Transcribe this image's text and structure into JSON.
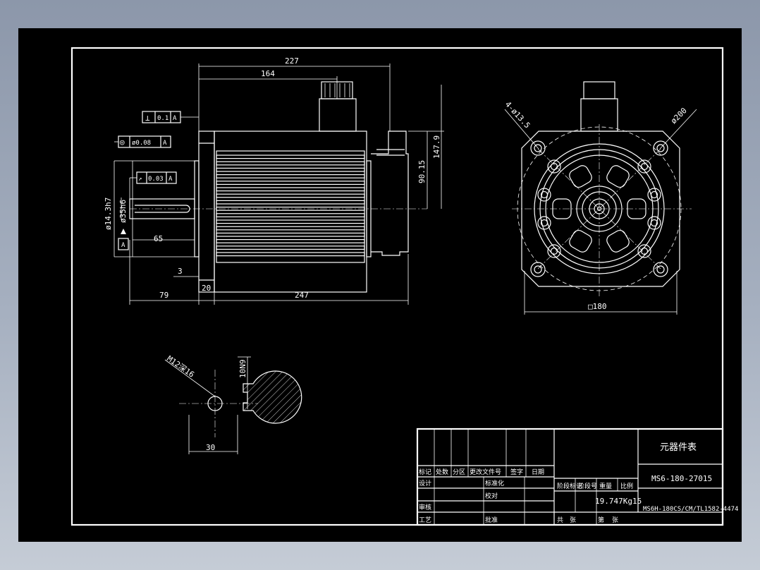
{
  "drawing": {
    "dimensions": {
      "overall_length": "227",
      "body_to_connector": "164",
      "flange_height": "147.9",
      "connector_height": "90.15",
      "shaft_dia": "ø14.3h7",
      "pilot_dia": "ø35h6",
      "shaft_length": "65",
      "flange_thickness": "3",
      "shaft_total": "79",
      "flange_width": "20",
      "body_length": "247",
      "bolt_holes": "4-ø13.5",
      "pcd": "ø200",
      "square_size": "□180",
      "thread": "M12深16",
      "keyway": "10N9",
      "key_section": "30"
    },
    "tolerances": {
      "perpendicularity": {
        "symbol": "⊥",
        "value": "0.1",
        "datum": "A"
      },
      "concentricity": {
        "symbol": "◎",
        "value": "ø0.08",
        "datum": "A"
      },
      "runout": {
        "symbol": "↗",
        "value": "0.03",
        "datum": "A"
      },
      "datum_label": "A"
    }
  },
  "title_block": {
    "name": "元器件表",
    "model": "MS6-180-27015",
    "weight": "19.747Kg15",
    "drawing_no": "MS6H-180CS/CM/TL1582-4474",
    "labels": {
      "mark": "标记",
      "count": "处数",
      "zone": "分区",
      "change_doc": "更改文件号",
      "sign": "签字",
      "date": "日期",
      "design": "设计",
      "standardize": "标准化",
      "check": "校对",
      "review": "审核",
      "process": "工艺",
      "approve": "批准",
      "stage_mark": "阶段标记",
      "stage_no": "阶段号",
      "mass": "重量",
      "scale": "比例",
      "total": "共",
      "sheet": "张",
      "page": "第",
      "pages": "张"
    }
  }
}
